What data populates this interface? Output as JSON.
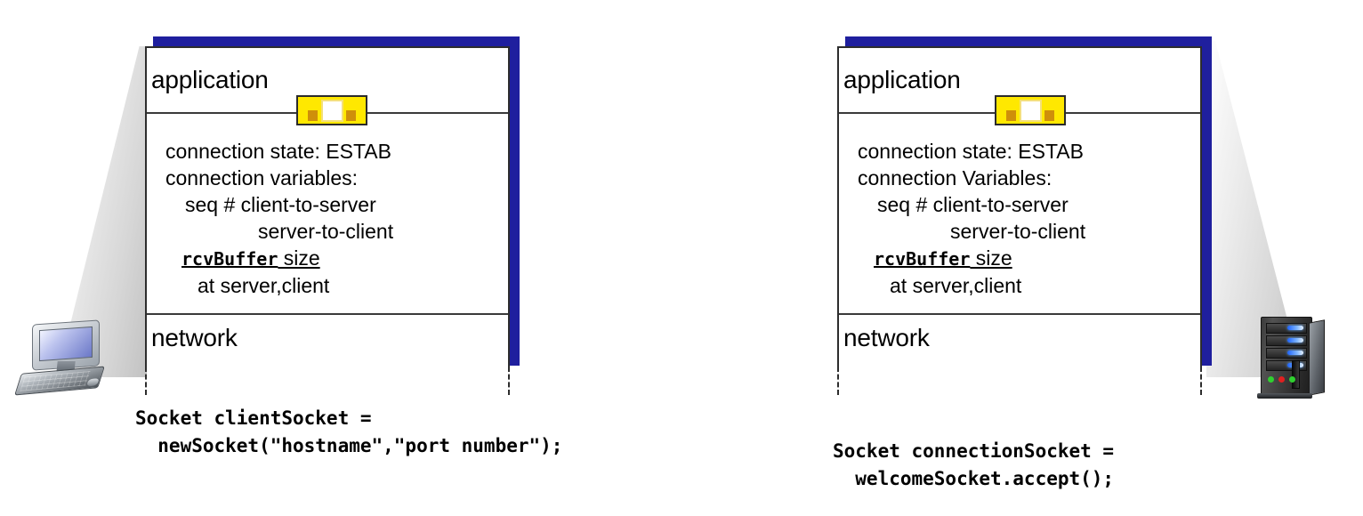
{
  "diagram": {
    "title": "TCP connection state at client and server with socket API calls",
    "colors": {
      "box_border": "#2d2d2d",
      "shadow_blue": "#1f1f9e",
      "socket_yellow": "#ffe800",
      "socket_pin": "#cf8f0a",
      "callout_gray": "#d6d6d6",
      "text": "#000000"
    }
  },
  "client": {
    "endpoint_icon": "desktop-computer-icon",
    "stack": {
      "upper_layer_label": "application",
      "lower_layer_label": "network",
      "socket_icon": "socket-icon",
      "state_lines": [
        "connection state: ESTAB",
        "connection variables:",
        "seq # client-to-server",
        "server-to-client",
        "at server,client"
      ],
      "buffer_line": {
        "mono_part": "rcvBuffer",
        "sans_part": " size"
      }
    },
    "code": {
      "line1": "Socket clientSocket =",
      "line2": "  newSocket(\"hostname\",\"port number\");"
    }
  },
  "server": {
    "endpoint_icon": "server-tower-icon",
    "stack": {
      "upper_layer_label": "application",
      "lower_layer_label": "network",
      "socket_icon": "socket-icon",
      "state_lines": [
        "connection state: ESTAB",
        "connection Variables:",
        "seq # client-to-server",
        "server-to-client",
        "at server,client"
      ],
      "buffer_line": {
        "mono_part": "rcvBuffer",
        "sans_part": " size"
      }
    },
    "code": {
      "line1": "Socket connectionSocket =",
      "line2": "  welcomeSocket.accept();"
    }
  }
}
